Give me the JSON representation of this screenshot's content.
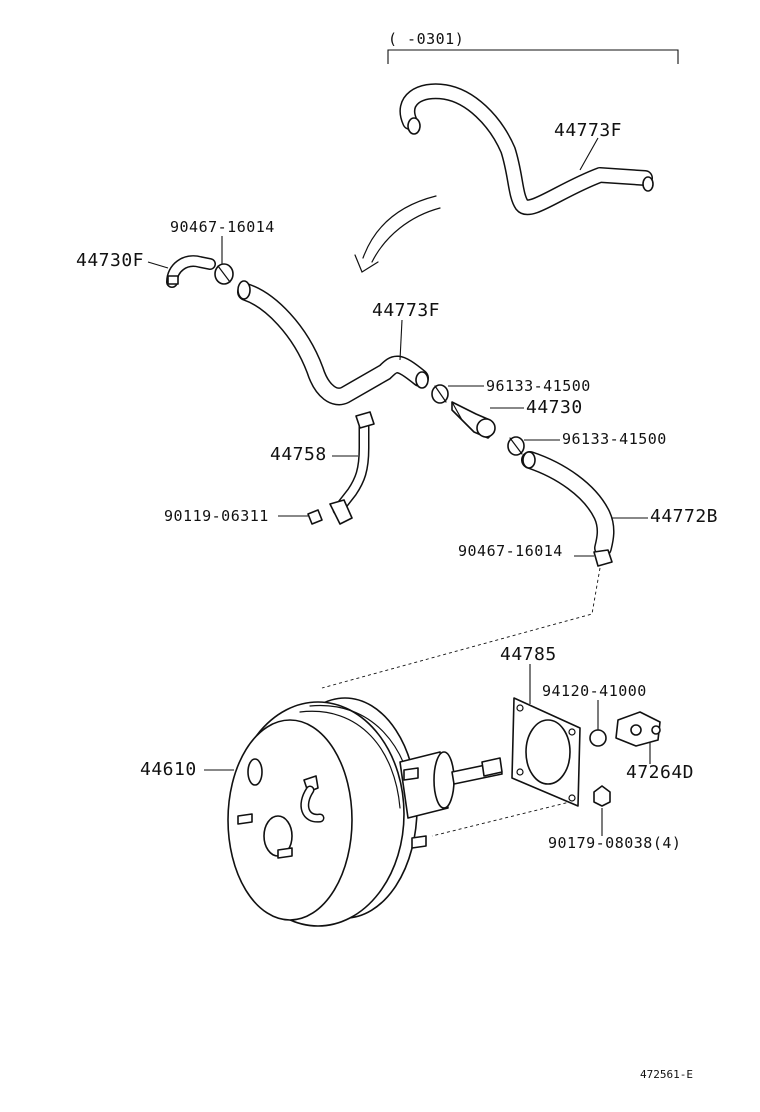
{
  "diagram": {
    "date_range": "(      -0301)",
    "figure_id": "472561-E",
    "parts": {
      "hose_upper": "44773F",
      "hose_main": "44773F",
      "connector_left": "44730F",
      "clamp_left": "90467-16014",
      "clamp_valve_top": "96133-41500",
      "check_valve": "44730",
      "clamp_valve_bottom": "96133-41500",
      "pipe_bracket": "44758",
      "bolt": "90119-06311",
      "hose_lower": "44772B",
      "clamp_lower": "90467-16014",
      "gasket": "44785",
      "booster": "44610",
      "nut_small": "94120-41000",
      "bracket_right": "47264D",
      "nut_booster": "90179-08038(4)"
    }
  }
}
